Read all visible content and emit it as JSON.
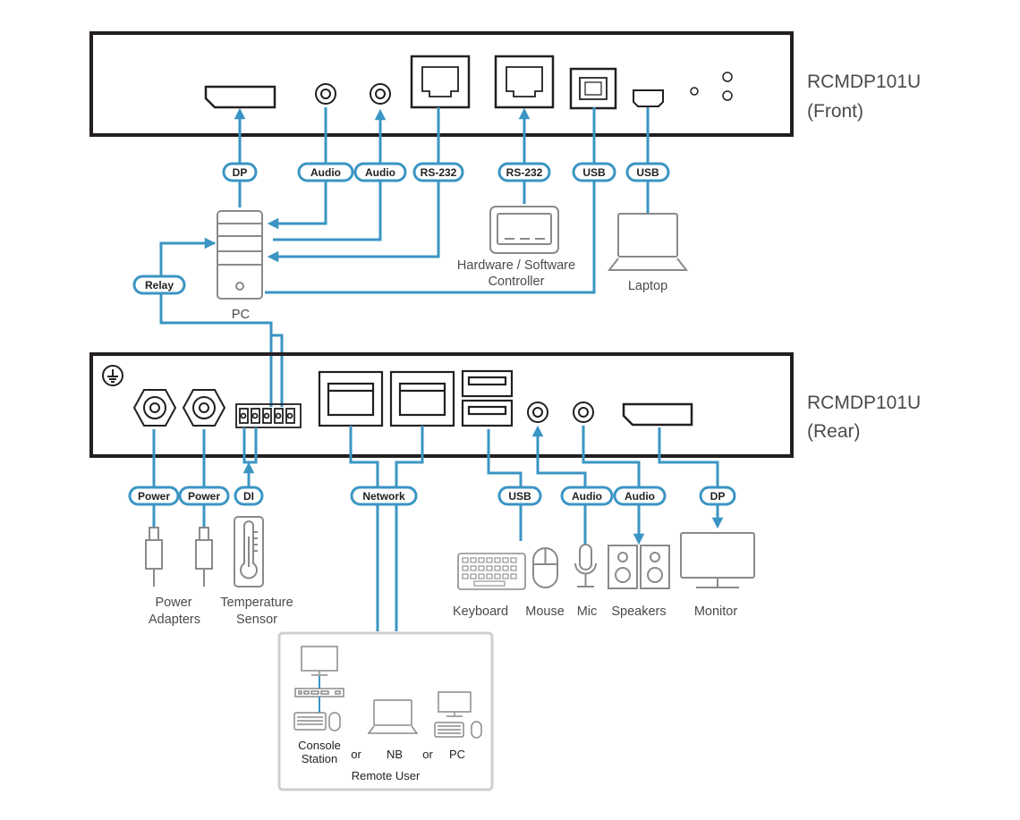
{
  "front": {
    "model": "RCMDP101U",
    "side": "(Front)"
  },
  "rear": {
    "model": "RCMDP101U",
    "side": "(Rear)"
  },
  "front_ports": {
    "dp": "DP",
    "audio1": "Audio",
    "audio2": "Audio",
    "rs232_1": "RS-232",
    "rs232_2": "RS-232",
    "usb1": "USB",
    "usb2": "USB"
  },
  "relay": "Relay",
  "rear_ports": {
    "power1": "Power",
    "power2": "Power",
    "di": "DI",
    "network": "Network",
    "usb": "USB",
    "audio1": "Audio",
    "audio2": "Audio",
    "dp": "DP"
  },
  "devices": {
    "pc": "PC",
    "controller_line1": "Hardware / Software",
    "controller_line2": "Controller",
    "laptop": "Laptop",
    "power_line1": "Power",
    "power_line2": "Adapters",
    "temp_line1": "Temperature",
    "temp_line2": "Sensor",
    "keyboard": "Keyboard",
    "mouse": "Mouse",
    "mic": "Mic",
    "speakers": "Speakers",
    "monitor": "Monitor"
  },
  "remote": {
    "console_line1": "Console",
    "console_line2": "Station",
    "or1": "or",
    "nb": "NB",
    "or2": "or",
    "pc": "PC",
    "title": "Remote User"
  },
  "colors": {
    "cable": "#3b95c3",
    "device": "#8a8a8a",
    "box": "#231f20"
  }
}
